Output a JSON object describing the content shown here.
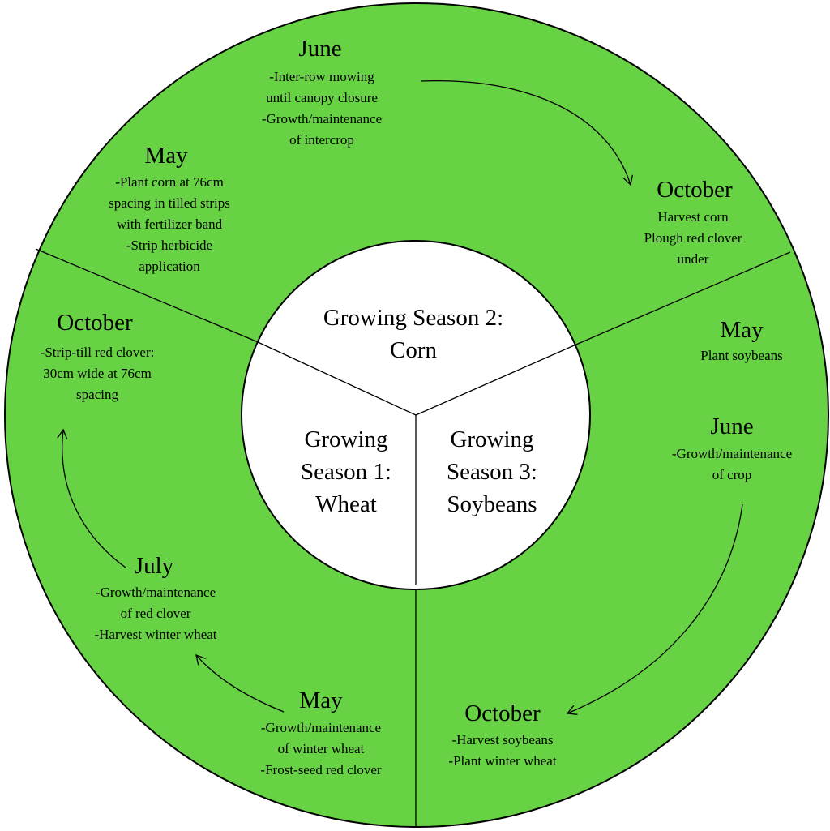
{
  "colors": {
    "ring_fill": "#66D244",
    "center_fill": "#FFFFFF",
    "stroke": "#000000"
  },
  "seasons": {
    "corn": {
      "lines": [
        "Growing Season 2:",
        "Corn"
      ]
    },
    "wheat": {
      "lines": [
        "Growing",
        "Season 1:",
        "Wheat"
      ]
    },
    "soybeans": {
      "lines": [
        "Growing",
        "Season 3:",
        "Soybeans"
      ]
    }
  },
  "corn_sector": {
    "may": {
      "month": "May",
      "tasks": [
        "-Plant corn at 76cm",
        "spacing in tilled strips",
        "with fertilizer band",
        "-Strip herbicide",
        "application"
      ]
    },
    "june": {
      "month": "June",
      "tasks": [
        "-Inter-row mowing",
        "until canopy closure",
        "-Growth/maintenance",
        "of intercrop"
      ]
    },
    "october": {
      "month": "October",
      "tasks": [
        "Harvest corn",
        "Plough red clover",
        "under"
      ]
    }
  },
  "soybean_sector": {
    "may": {
      "month": "May",
      "tasks": [
        "Plant soybeans"
      ]
    },
    "june": {
      "month": "June",
      "tasks": [
        "-Growth/maintenance",
        "of crop"
      ]
    },
    "october": {
      "month": "October",
      "tasks": [
        "-Harvest soybeans",
        "-Plant winter wheat"
      ]
    }
  },
  "wheat_sector": {
    "may": {
      "month": "May",
      "tasks": [
        "-Growth/maintenance",
        "of winter wheat",
        "-Frost-seed red clover"
      ]
    },
    "july": {
      "month": "July",
      "tasks": [
        "-Growth/maintenance",
        "of red clover",
        "-Harvest winter wheat"
      ]
    },
    "october": {
      "month": "October",
      "tasks": [
        "-Strip-till red clover:",
        "30cm wide at 76cm",
        "spacing"
      ]
    }
  }
}
